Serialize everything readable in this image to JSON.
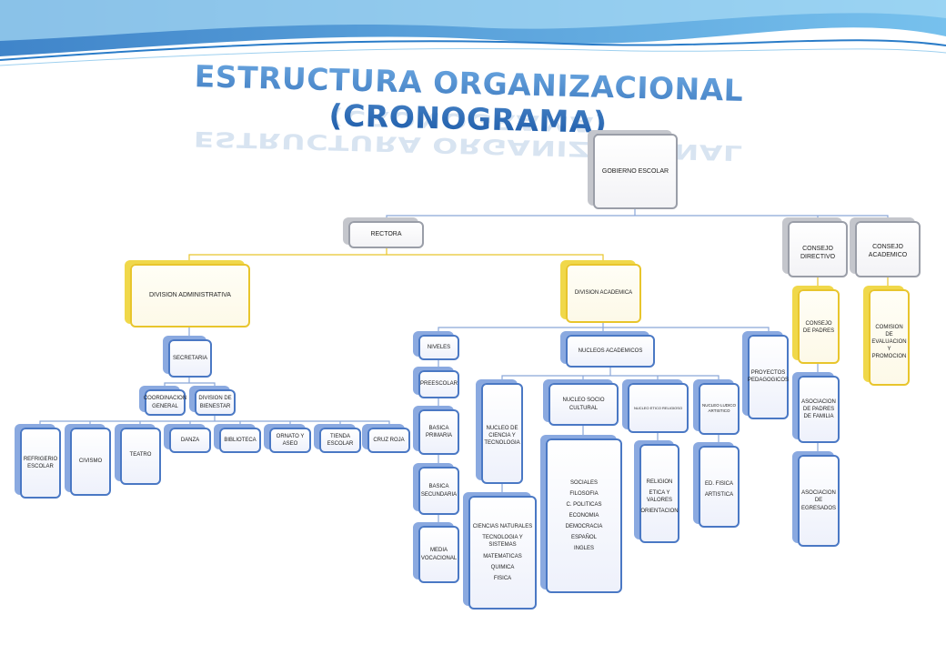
{
  "title": "ESTRUCTURA ORGANIZACIONAL (CRONOGRAMA)",
  "nodes": {
    "gobierno": "GOBIERNO ESCOLAR",
    "rectora": "RECTORA",
    "consejo_directivo": "CONSEJO DIRECTIVO",
    "consejo_academico": "CONSEJO ACADEMICO",
    "division_administrativa": "DIVISION ADMINISTRATIVA",
    "division_academica": "DIVISION ACADEMICA",
    "secretaria": "SECRETARIA",
    "coordinacion_general": "COORDINACION GENERAL",
    "division_bienestar": "DIVISION DE BIENESTAR",
    "refrigerio": "REFRIGERIO ESCOLAR",
    "civismo": "CIVISMO",
    "teatro": "TEATRO",
    "danza": "DANZA",
    "biblioteca": "BIBLIOTECA",
    "ornato": "ORNATO Y ASEO",
    "tienda": "TIENDA ESCOLAR",
    "cruz_roja": "CRUZ ROJA",
    "niveles": "NIVELES",
    "preescolar": "PREESCOLAR",
    "basica_primaria": "BASICA PRIMARIA",
    "basica_secundaria": "BASICA SECUNDARIA",
    "media_vocacional": "MEDIA VOCACIONAL",
    "nucleos_academicos": "NUCLEOS ACADEMICOS",
    "nucleo_ciencia": "NUCLEO DE CIENCIA Y TECNOLOGIA",
    "nucleo_socio": "NUCLEO SOCIO CULTURAL",
    "nucleo_etico": "NUCLEO ETICO RELIGIOSO",
    "nucleo_ludico": "NUCLEO LUDICO ARTISTICO",
    "proyectos": "PROYECTOS PEDAGOGICOS",
    "consejo_padres": "CONSEJO DE PADRES",
    "asociacion_padres": "ASOCIACION DE PADRES DE FAMILIA",
    "asociacion_egresados": "ASOCIACION DE EGRESADOS",
    "comision": "COMISION DE EVALUACION Y PROMOCION"
  },
  "lists": {
    "ciencia": [
      "CIENCIAS NATURALES",
      "TECNOLOGIA Y SISTEMAS",
      "MATEMATICAS",
      "QUIMICA",
      "FISICA"
    ],
    "socio": [
      "SOCIALES",
      "FILOSOFIA",
      "C. POLITICAS",
      "ECONOMIA",
      "DEMOCRACIA",
      "ESPAÑOL",
      "INGLES"
    ],
    "etico": [
      "RELIGION",
      "ETICA Y VALORES",
      "ORIENTACION"
    ],
    "ludico": [
      "ED. FISICA",
      "ARTISTICA"
    ]
  }
}
